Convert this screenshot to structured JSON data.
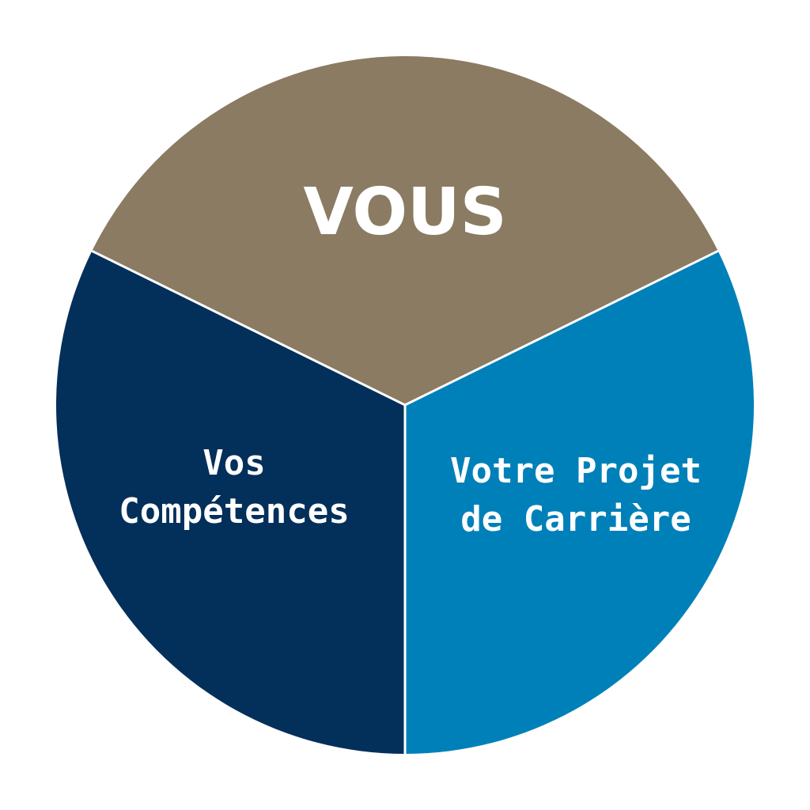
{
  "diagram": {
    "type": "three-part-circle",
    "segments": [
      {
        "id": "top",
        "lines": [
          "VOUS"
        ],
        "color": "#8A7B62"
      },
      {
        "id": "left",
        "lines": [
          "Vos",
          "Compétences"
        ],
        "color": "#032F5B"
      },
      {
        "id": "right",
        "lines": [
          "Votre Projet",
          "de Carrière"
        ],
        "color": "#0080B9"
      }
    ],
    "divider_color": "#ffffff"
  }
}
